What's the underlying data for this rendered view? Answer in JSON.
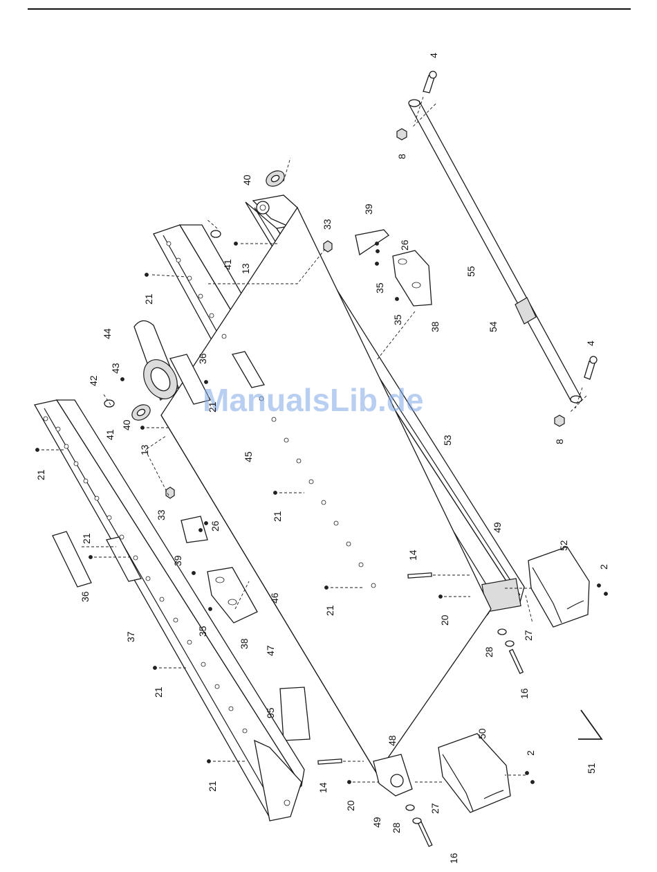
{
  "watermark": "ManualsLib.de",
  "labels": [
    "2",
    "2",
    "4",
    "4",
    "8",
    "8",
    "13",
    "13",
    "14",
    "14",
    "16",
    "16",
    "20",
    "20",
    "21",
    "21",
    "21",
    "21",
    "21",
    "21",
    "21",
    "21",
    "26",
    "26",
    "27",
    "27",
    "28",
    "28",
    "33",
    "33",
    "35",
    "35",
    "35",
    "36",
    "36",
    "37",
    "38",
    "38",
    "39",
    "39",
    "40",
    "40",
    "41",
    "41",
    "42",
    "43",
    "44",
    "45",
    "46",
    "47",
    "48",
    "49",
    "49",
    "50",
    "51",
    "52",
    "53",
    "54",
    "55",
    "95"
  ]
}
